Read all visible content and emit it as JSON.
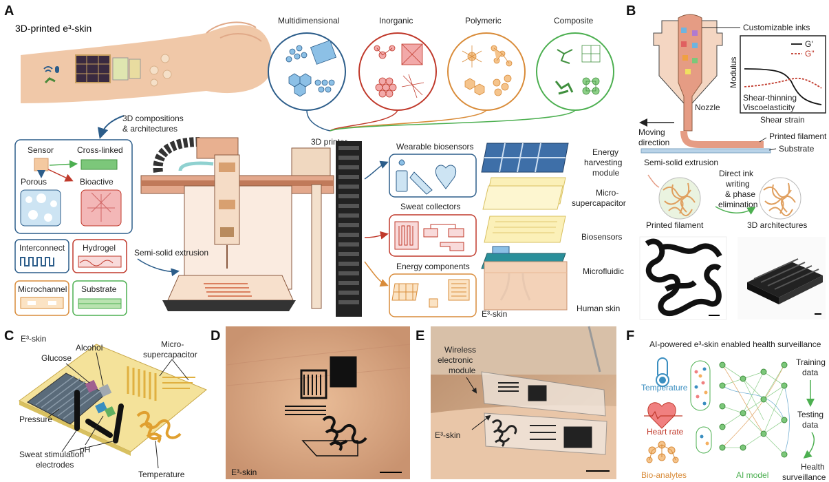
{
  "panel_letters": [
    "A",
    "B",
    "C",
    "D",
    "E",
    "F"
  ],
  "panelA": {
    "title": "3D-printed e³-skin",
    "material_classes": [
      "Multidimensional",
      "Inorganic",
      "Polymeric",
      "Composite"
    ],
    "compositions_label_1": "3D compositions",
    "compositions_label_2": "& architectures",
    "features": {
      "sensor": "Sensor",
      "crosslinked": "Cross-linked",
      "porous": "Porous",
      "bioactive": "Bioactive"
    },
    "structures": {
      "interconnect": "Interconnect",
      "hydrogel": "Hydrogel",
      "microchannel": "Microchannel",
      "substrate": "Substrate"
    },
    "printer_label": "3D printer",
    "extrusion_label": "Semi-solid extrusion",
    "modules": {
      "biosensors": "Wearable biosensors",
      "sweat": "Sweat collectors",
      "energy": "Energy components"
    },
    "layers": {
      "harvest_1": "Energy",
      "harvest_2": "harvesting",
      "harvest_3": "module",
      "msc_1": "Micro-",
      "msc_2": "supercapacitor",
      "biosensors": "Biosensors",
      "microfluidic": "Microfluidic",
      "skin": "Human skin",
      "eskin": "E³-skin"
    }
  },
  "panelB": {
    "inks": "Customizable inks",
    "legend_g1": "G'",
    "legend_g2": "G\"",
    "ylabel": "Modulus",
    "xlabel": "Shear strain",
    "annot_1": "Shear-thinning",
    "annot_2": "Viscoelasticity",
    "nozzle": "Nozzle",
    "moving_1": "Moving",
    "moving_2": "direction",
    "printed_filament": "Printed filament",
    "substrate": "Substrate",
    "extrusion": "Semi-solid extrusion",
    "diw_1": "Direct ink",
    "diw_2": "writing",
    "diw_3": "& phase",
    "diw_4": "elimination",
    "filament_caption": "Printed filament",
    "arch_caption": "3D architectures"
  },
  "panelC": {
    "eskin": "E³-skin",
    "glucose": "Glucose",
    "alcohol": "Alcohol",
    "msc_1": "Micro-",
    "msc_2": "supercapacitor",
    "pressure": "Pressure",
    "ph": "pH",
    "sweat_1": "Sweat stimulation",
    "sweat_2": "electrodes",
    "temperature": "Temperature"
  },
  "panelD": {
    "eskin": "E³-skin"
  },
  "panelE": {
    "wireless_1": "Wireless",
    "wireless_2": "electronic",
    "wireless_3": "module",
    "eskin": "E³-skin"
  },
  "panelF": {
    "title": "AI-powered e³-skin enabled health surveillance",
    "temperature": "Temperature",
    "heart_rate": "Heart rate",
    "bio_analytes": "Bio-analytes",
    "ai_model": "AI model",
    "training_1": "Training",
    "training_2": "data",
    "testing_1": "Testing",
    "testing_2": "data",
    "health_1": "Health",
    "health_2": "surveillance"
  }
}
